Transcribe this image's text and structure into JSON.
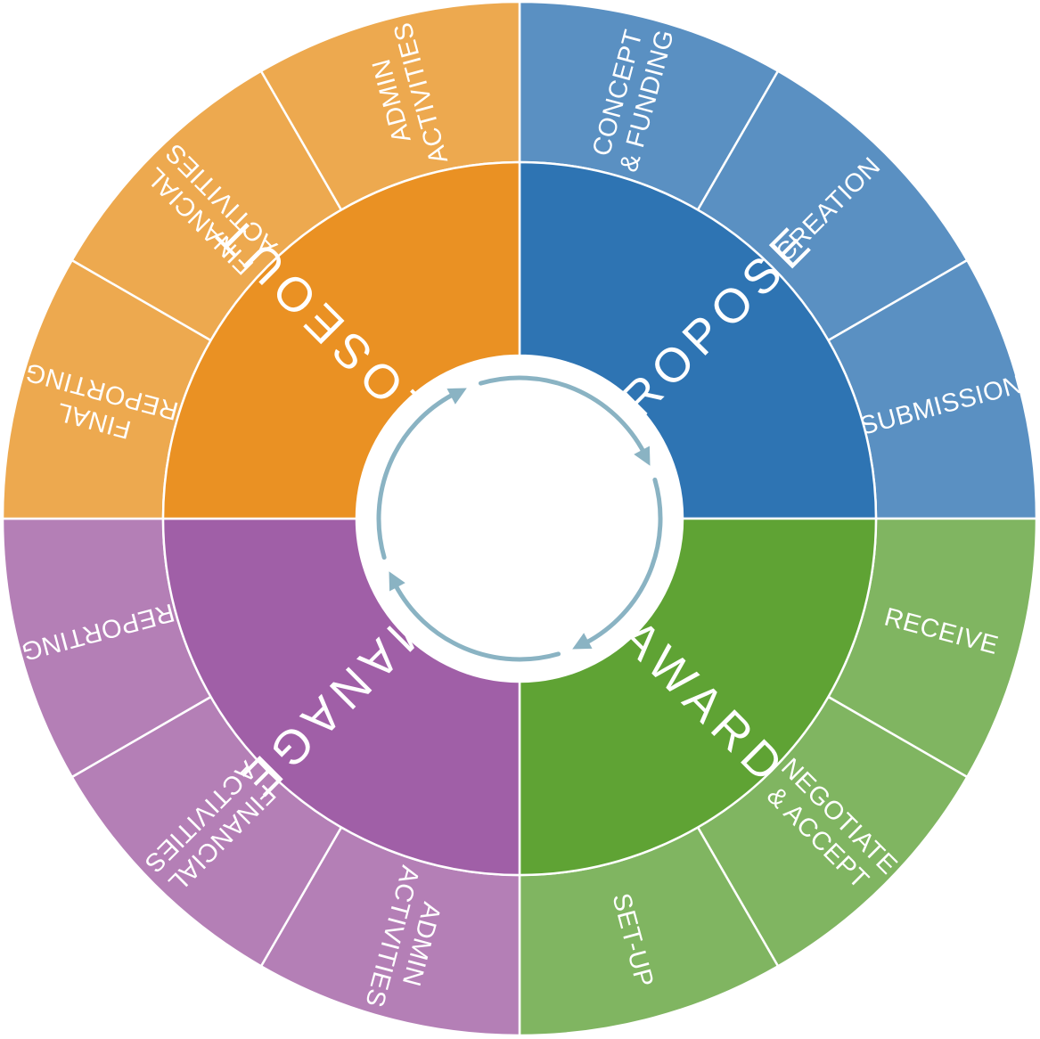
{
  "colors": {
    "propose": "#2e74b3",
    "propose_light": "#5a90c2",
    "award": "#5fa334",
    "award_light": "#80b561",
    "manage": "#a05fa7",
    "manage_light": "#b47fb6",
    "closeout": "#ea9123",
    "closeout_light": "#eda94f",
    "cycle_arrows": "#8ab3c3"
  },
  "phases": [
    {
      "key": "propose",
      "label": "PROPOSE",
      "subitems": [
        {
          "lines": [
            "CONCEPT",
            "& FUNDING"
          ]
        },
        {
          "lines": [
            "CREATION"
          ]
        },
        {
          "lines": [
            "SUBMISSION"
          ]
        }
      ]
    },
    {
      "key": "award",
      "label": "AWARD",
      "subitems": [
        {
          "lines": [
            "RECEIVE"
          ]
        },
        {
          "lines": [
            "NEGOTIATE",
            "& ACCEPT"
          ]
        },
        {
          "lines": [
            "SET-UP"
          ]
        }
      ]
    },
    {
      "key": "manage",
      "label": "MANAGE",
      "subitems": [
        {
          "lines": [
            "ADMIN",
            "ACTIVITIES"
          ]
        },
        {
          "lines": [
            "FINANCIAL",
            "ACTIVITIES"
          ]
        },
        {
          "lines": [
            "REPORTING"
          ]
        }
      ]
    },
    {
      "key": "closeout",
      "label": "CLOSEOUT",
      "subitems": [
        {
          "lines": [
            "FINAL",
            "REPORTING"
          ]
        },
        {
          "lines": [
            "FINANCIAL",
            "ACTIVITIES"
          ]
        },
        {
          "lines": [
            "ADMIN",
            "ACTIVITIES"
          ]
        }
      ]
    }
  ]
}
